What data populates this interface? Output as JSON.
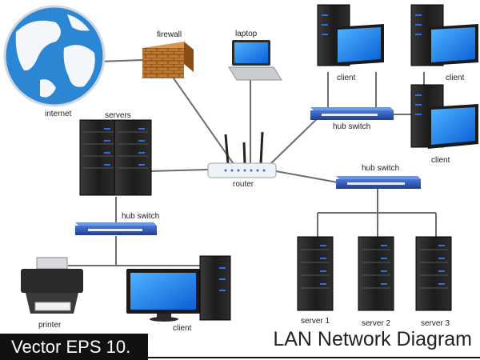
{
  "labels": {
    "internet": "internet",
    "firewall": "firewall",
    "laptop": "laptop",
    "router": "router",
    "servers": "servers",
    "hub_switch": "hub switch",
    "printer": "printer",
    "client": "client",
    "server_1": "server 1",
    "server_2": "server 2",
    "server_3": "server 3"
  },
  "footer": {
    "badge": "Vector EPS 10.",
    "title": "LAN Network Diagram"
  },
  "colors": {
    "link": "#6d6d6d",
    "device_body": "#1f1f1f",
    "device_led": "#2f6fe0",
    "switch_body": "#2a56b8",
    "screen": "#1e73e8",
    "globe_ocean": "#2b86d4",
    "firewall": "#b8722c",
    "footer_bg": "#111111"
  }
}
